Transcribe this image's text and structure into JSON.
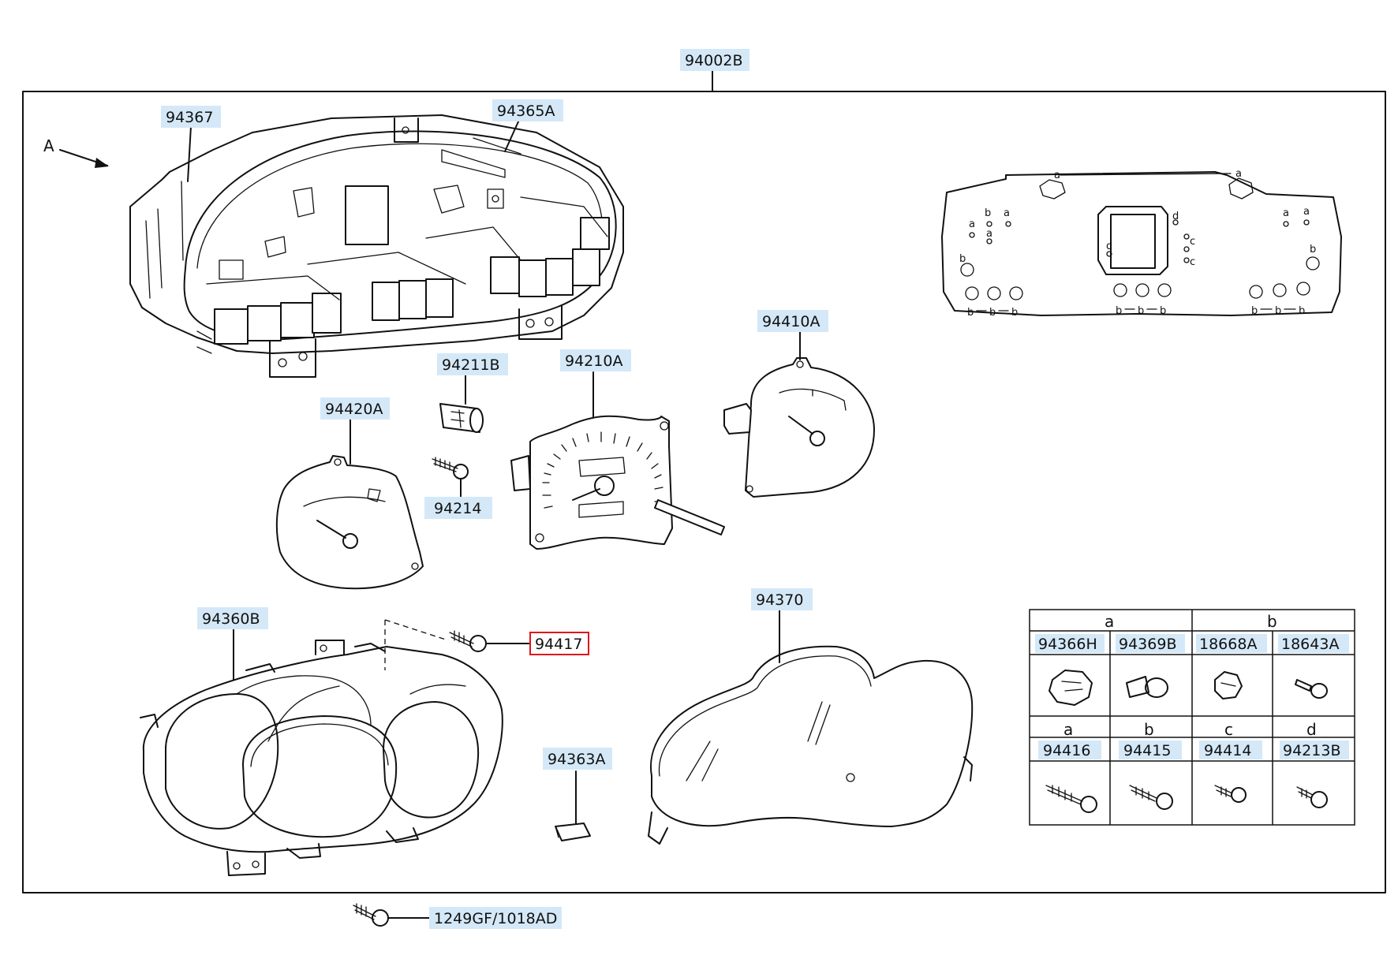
{
  "labels": {
    "assembly": "94002B",
    "housing": "94367",
    "pcb": "94365A",
    "view_arrow": "A",
    "temp_gauge": "94410A",
    "bulb_socket": "94211B",
    "speedometer": "94210A",
    "fuel_gauge": "94420A",
    "gauge_screw": "94214",
    "bezel": "94360B",
    "bezel_screw": "94417",
    "window_glass": "94370",
    "clip": "94363A",
    "mount_screw": "1249GF/1018AD"
  },
  "parts_table": {
    "groups": [
      "a",
      "b"
    ],
    "row1_parts": [
      "94366H",
      "94369B",
      "18668A",
      "18643A"
    ],
    "row2_letters": [
      "a",
      "b",
      "c",
      "d"
    ],
    "row2_parts": [
      "94416",
      "94415",
      "94414",
      "94213B"
    ]
  },
  "circuit_letters": {
    "a": "a",
    "b": "b",
    "c": "c",
    "d": "d"
  },
  "colors": {
    "label_highlight": "#d4e8f7",
    "selected_outline": "#e0151b",
    "line": "#111111"
  }
}
